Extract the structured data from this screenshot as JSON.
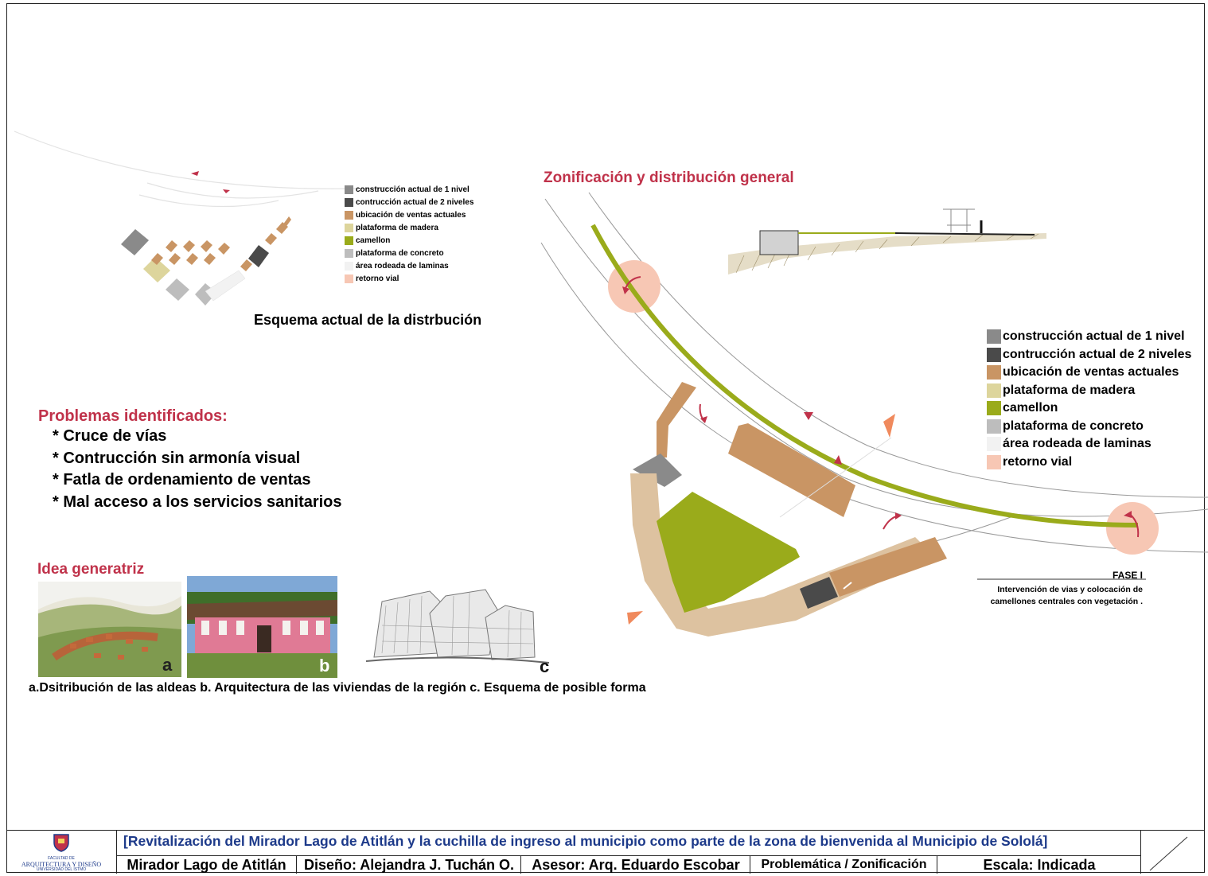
{
  "top_left": {
    "legend": [
      {
        "label": "construcción actual de 1 nivel",
        "color": "#8a8a8a"
      },
      {
        "label": "contrucción actual de 2 niveles",
        "color": "#4a4a4a"
      },
      {
        "label": "ubicación de ventas actuales",
        "color": "#c99564"
      },
      {
        "label": "plataforma de madera",
        "color": "#ddd59c"
      },
      {
        "label": "camellon",
        "color": "#9aab1b"
      },
      {
        "label": "plataforma de concreto",
        "color": "#bdbdbd"
      },
      {
        "label": "área rodeada de laminas",
        "color": "#f2f2f2"
      },
      {
        "label": "retorno vial",
        "color": "#f7c7b4"
      }
    ],
    "caption": "Esquema actual de la distrbución"
  },
  "problems": {
    "title": "Problemas identificados:",
    "items": [
      "* Cruce de vías",
      "* Contrucción sin armonía visual",
      "* Fatla de ordenamiento de  ventas",
      "* Mal acceso a los servicios sanitarios"
    ]
  },
  "idea": {
    "title": "Idea generatriz",
    "letters": [
      "a",
      "b",
      "c"
    ],
    "caption": "a.Dsitribución de las aldeas b. Arquitectura de las viviendas de la región c. Esquema de posible forma"
  },
  "zoning": {
    "title": "Zonificación y distribución general",
    "legend": [
      {
        "label": "construcción actual de 1 nivel",
        "color": "#8a8a8a"
      },
      {
        "label": "contrucción actual de 2 niveles",
        "color": "#4a4a4a"
      },
      {
        "label": "ubicación de ventas actuales",
        "color": "#c99564"
      },
      {
        "label": "plataforma de madera",
        "color": "#ddd59c"
      },
      {
        "label": "camellon",
        "color": "#9aab1b"
      },
      {
        "label": "plataforma de concreto",
        "color": "#bdbdbd"
      },
      {
        "label": "área rodeada de laminas",
        "color": "#f2f2f2"
      },
      {
        "label": "retorno vial",
        "color": "#f7c7b4"
      }
    ],
    "phase_title": "FASE I",
    "phase_text_1": "Intervención de vias y colocación de",
    "phase_text_2": "camellones centrales con vegetación ."
  },
  "footer": {
    "logo_line1": "FACULTAD DE",
    "logo_line2": "ARQUITECTURA Y DISEÑO",
    "logo_line3": "UNIVERSIDAD DEL ISTMO",
    "project": "[Revitalización del Mirador Lago de Atitlán y la cuchilla de ingreso al municipio como parte de la zona de bienvenida al Municipio de Sololá]",
    "cells": [
      "Mirador Lago de Atitlán",
      "Diseño: Alejandra J. Tuchán O.",
      "Asesor: Arq. Eduardo Escobar",
      "Problemática / Zonificación",
      "Escala: Indicada"
    ]
  },
  "colors": {
    "accent_red": "#c0324a",
    "footer_blue": "#1d3a8a"
  }
}
